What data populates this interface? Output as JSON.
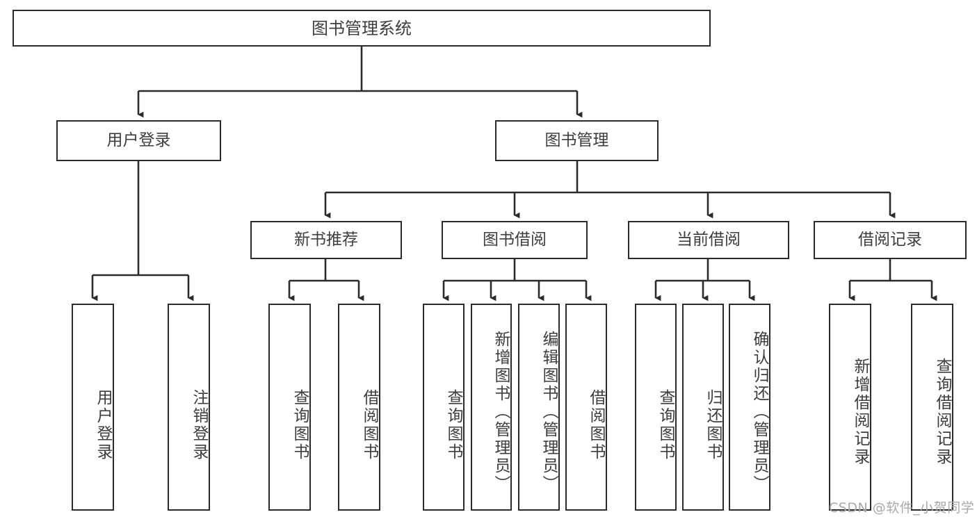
{
  "diagram": {
    "title": "图书管理系统",
    "type": "tree",
    "levels": 4
  },
  "nodes": {
    "root": {
      "label": "图书管理系统"
    },
    "level2": [
      {
        "id": "user-login",
        "label": "用户登录"
      },
      {
        "id": "book-manage",
        "label": "图书管理"
      }
    ],
    "level3": [
      {
        "id": "new-book-recommend",
        "label": "新书推荐"
      },
      {
        "id": "book-borrow",
        "label": "图书借阅"
      },
      {
        "id": "current-borrow",
        "label": "当前借阅"
      },
      {
        "id": "borrow-record",
        "label": "借阅记录"
      }
    ],
    "leaves": {
      "user_login": [
        {
          "id": "leaf-user-login",
          "label": "用户登录"
        },
        {
          "id": "leaf-logout",
          "label": "注销登录"
        }
      ],
      "new_book_recommend": [
        {
          "id": "leaf-query-book-1",
          "label": "查询图书"
        },
        {
          "id": "leaf-borrow-book-1",
          "label": "借阅图书"
        }
      ],
      "book_borrow": [
        {
          "id": "leaf-query-book-2",
          "label": "查询图书"
        },
        {
          "id": "leaf-add-book",
          "label": "新增图书（管理员）"
        },
        {
          "id": "leaf-edit-book",
          "label": "编辑图书（管理员）"
        },
        {
          "id": "leaf-borrow-book-2",
          "label": "借阅图书"
        }
      ],
      "current_borrow": [
        {
          "id": "leaf-query-book-3",
          "label": "查询图书"
        },
        {
          "id": "leaf-return-book",
          "label": "归还图书"
        },
        {
          "id": "leaf-confirm-return",
          "label": "确认归还（管理员）"
        }
      ],
      "borrow_record": [
        {
          "id": "leaf-add-record",
          "label": "新增借阅记录"
        },
        {
          "id": "leaf-query-record",
          "label": "查询借阅记录"
        }
      ]
    }
  },
  "watermark": {
    "text": "CSDN @软件_小贺同学"
  },
  "colors": {
    "stroke": "#2b2b2b",
    "text": "#3d3d3d",
    "background": "#ffffff",
    "watermark": "#a8a8a8"
  }
}
